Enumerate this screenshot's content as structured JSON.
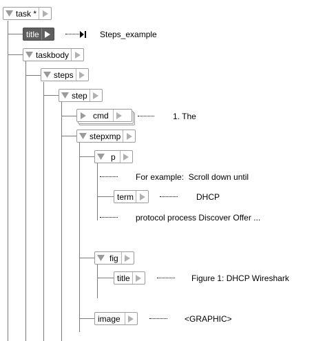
{
  "nodes": {
    "task": "task *",
    "title": "title",
    "taskbody": "taskbody",
    "steps": "steps",
    "step": "step",
    "cmd": "cmd",
    "stepxmp": "stepxmp",
    "p": "p",
    "term": "term",
    "fig": "fig",
    "fig_title": "title",
    "image": "image"
  },
  "content": {
    "title_text": "Steps_example",
    "cmd_text": "1. The",
    "p_text": "For example:  Scroll down until",
    "term_text": "DHCP",
    "p_text2": "protocol process Discover Offer ...",
    "fig_title_text": "Figure 1: DHCP Wireshark",
    "image_text": "<GRAPHIC>"
  },
  "icons": {
    "expand": "triangle-down-icon",
    "arrow": "triangle-right-icon",
    "link": "arrow-head-icon"
  },
  "colors": {
    "selected_node_bg": "#5f5f5f",
    "node_border": "#9b9b9b",
    "tree_line": "#7a7a7a"
  }
}
